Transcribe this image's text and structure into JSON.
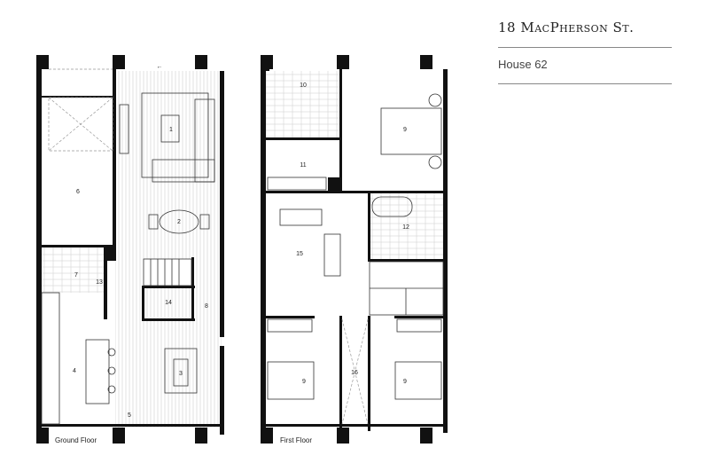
{
  "header": {
    "title": "18 MacPherson St.",
    "subtitle": "House 62"
  },
  "ground_floor": {
    "label": "Ground Floor",
    "rooms": [
      "1",
      "2",
      "3",
      "4",
      "5",
      "6",
      "7",
      "8",
      "13",
      "14"
    ]
  },
  "first_floor": {
    "label": "First Floor",
    "rooms": [
      "9",
      "9",
      "9",
      "10",
      "11",
      "12",
      "15",
      "16"
    ]
  },
  "colors": {
    "wall": "#111111",
    "line": "#333333",
    "floor_hatch": "#cccccc"
  }
}
